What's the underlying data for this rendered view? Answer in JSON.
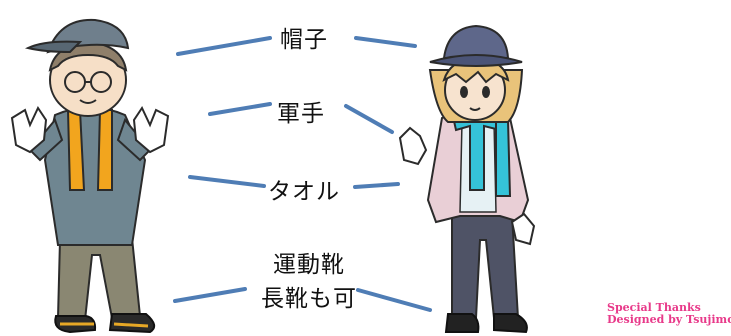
{
  "labels": {
    "hat": "帽子",
    "gloves": "軍手",
    "towel": "タオル",
    "shoes_line1": "運動靴",
    "shoes_line2": "長靴も可"
  },
  "credits": {
    "line1": "Special Thanks",
    "line2": "Designed by Tsujimc"
  },
  "colors": {
    "connector": "#4f7db5",
    "credit": "#e83a8a",
    "towel_left": "#f2a51e",
    "towel_right": "#35c3d8"
  }
}
